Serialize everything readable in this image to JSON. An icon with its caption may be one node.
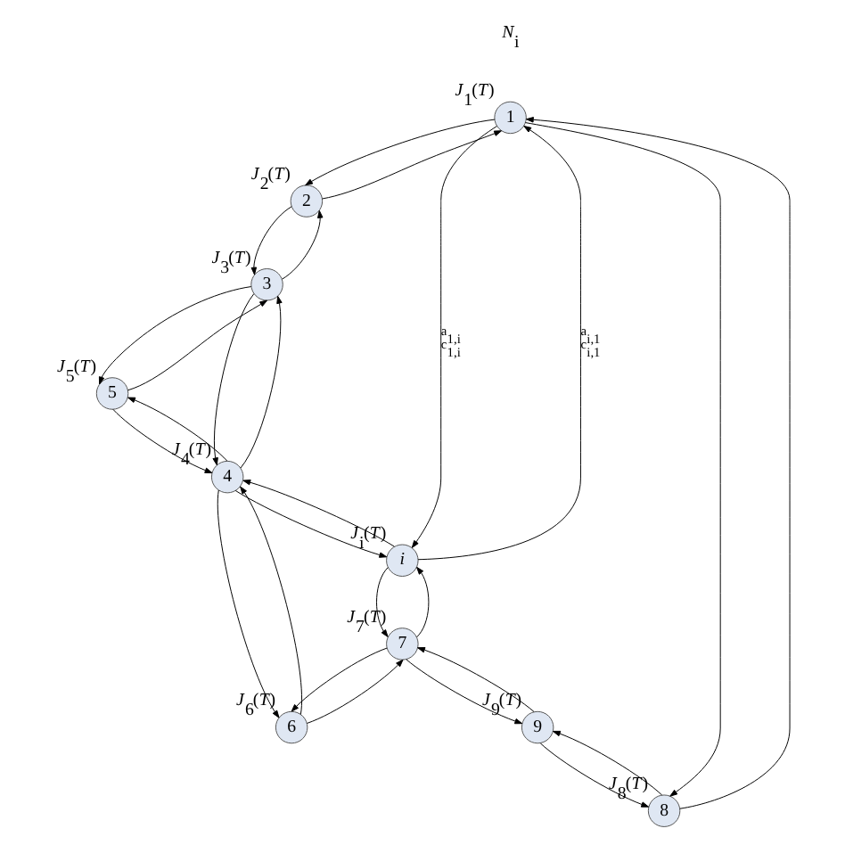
{
  "diagram": {
    "nodes": [
      {
        "text": [
          "1"
        ],
        "beside": [
          "*J*$_{1}$(*T*)"
        ]
      },
      {
        "text": [
          "2"
        ],
        "beside": [
          "*J*$_{2}$(*T*)"
        ]
      },
      {
        "text": [
          "3"
        ],
        "beside": [
          "*J*$_{3}$(*T*)"
        ]
      },
      {
        "text": [
          "4"
        ],
        "beside": [
          "*J*$_{4}$(*T*)"
        ]
      },
      {
        "text": [
          "5"
        ],
        "beside": [
          "*J*$_{5}$(*T*)"
        ]
      },
      {
        "text": [
          "6"
        ],
        "beside": [
          "*J*$_{6}$(*T*)"
        ]
      },
      {
        "text": [
          "7"
        ],
        "beside": [
          "*J*$_{7}$(*T*)"
        ]
      },
      {
        "text": [
          "8"
        ],
        "beside": [
          "*J*$_{8}$(*T*)"
        ]
      },
      {
        "text": [
          "9"
        ],
        "beside": [
          "*J*$_{9}$(*T*)"
        ]
      },
      {
        "text": [
          "i"
        ],
        "beside": [
          "*J*$_{i}$(*T*)"
        ]
      }
    ],
    "edges": [
      {
        "from": 0,
        "to": 1,
        "arrow": "to"
      },
      {
        "from": 1,
        "to": 0,
        "arrow": "to"
      },
      {
        "from": 0,
        "to": 7,
        "arrow": "to"
      },
      {
        "from": 7,
        "to": 0,
        "arrow": "to"
      },
      {
        "from": 0,
        "to": 9,
        "arrow": "to",
        "label": "a$_{1,i}$ c$_{1,i}$"
      },
      {
        "from": 9,
        "to": 0,
        "arrow": "to",
        "label": "a$_{i,1}$ c$_{i,1}$"
      },
      {
        "from": 1,
        "to": 2,
        "arrow": "to"
      },
      {
        "from": 2,
        "to": 1,
        "arrow": "to"
      },
      {
        "from": 2,
        "to": 3,
        "arrow": "to"
      },
      {
        "from": 3,
        "to": 2,
        "arrow": "to"
      },
      {
        "from": 2,
        "to": 4,
        "arrow": "to"
      },
      {
        "from": 4,
        "to": 2,
        "arrow": "to"
      },
      {
        "from": 3,
        "to": 4,
        "arrow": "to"
      },
      {
        "from": 4,
        "to": 3,
        "arrow": "to"
      },
      {
        "from": 9,
        "to": 3,
        "arrow": "to"
      },
      {
        "from": 3,
        "to": 9,
        "arrow": "to"
      },
      {
        "from": 3,
        "to": 5,
        "arrow": "to"
      },
      {
        "from": 5,
        "to": 3,
        "arrow": "to"
      },
      {
        "from": 6,
        "to": 5,
        "arrow": "to"
      },
      {
        "from": 5,
        "to": 6,
        "arrow": "to"
      },
      {
        "from": 9,
        "to": 6,
        "arrow": "to"
      },
      {
        "from": 6,
        "to": 9,
        "arrow": "to"
      },
      {
        "from": 6,
        "to": 8,
        "arrow": "to"
      },
      {
        "from": 8,
        "to": 6,
        "arrow": "to"
      },
      {
        "from": 7,
        "to": 8,
        "arrow": "to"
      },
      {
        "from": 8,
        "to": 7,
        "arrow": "to"
      }
    ],
    "labels": [
      "*N*$_{i}$"
    ]
  }
}
